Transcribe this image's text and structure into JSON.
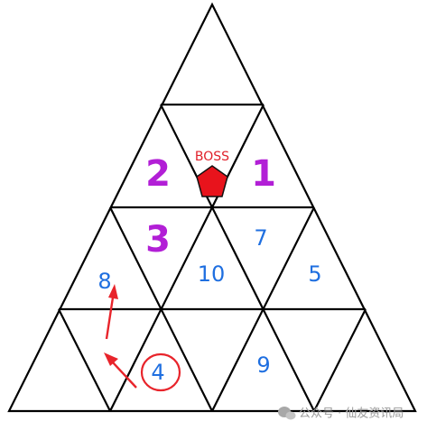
{
  "boss": {
    "label": "BOSS",
    "color": "#e0202a"
  },
  "zones": [
    {
      "id": "zone-1",
      "label": "1"
    },
    {
      "id": "zone-2",
      "label": "2"
    },
    {
      "id": "zone-3",
      "label": "3"
    }
  ],
  "cells": [
    {
      "id": "cell-4",
      "label": "4"
    },
    {
      "id": "cell-5",
      "label": "5"
    },
    {
      "id": "cell-7",
      "label": "7"
    },
    {
      "id": "cell-8",
      "label": "8"
    },
    {
      "id": "cell-9",
      "label": "9"
    },
    {
      "id": "cell-10",
      "label": "10"
    }
  ],
  "colors": {
    "zone": "#b21fd6",
    "cell": "#1f6fe0",
    "arrow": "#e8242b",
    "grid": "#000000"
  },
  "watermark": {
    "icon": "wechat-icon",
    "text": "公众号 · 仙友资讯局"
  }
}
